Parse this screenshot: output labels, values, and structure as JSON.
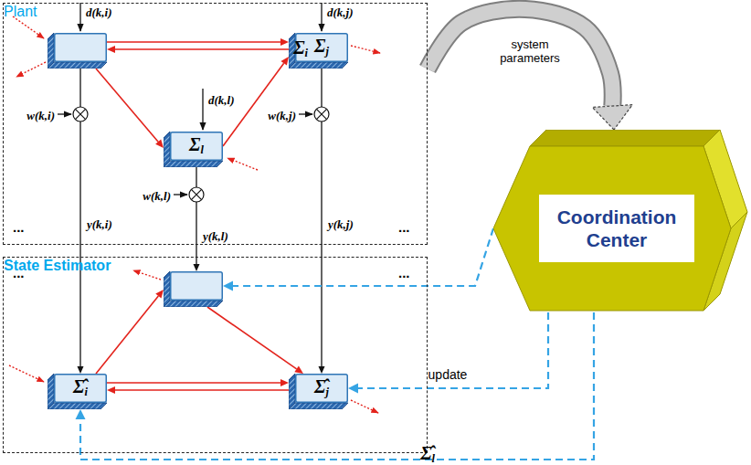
{
  "diagram": {
    "nodes": [
      {
        "text": [
          "Plant"
        ]
      },
      {
        "text": [
          "Σi"
        ],
        "in": 0
      },
      {
        "text": [
          "Σj"
        ],
        "in": 0
      },
      {
        "text": [
          "Σl"
        ],
        "in": 0
      },
      {
        "text": [
          "State Estimator"
        ]
      },
      {
        "text": [
          "Σ̂l"
        ],
        "in": 4
      },
      {
        "text": [
          "Σ̂i"
        ],
        "in": 4
      },
      {
        "text": [
          "Σ̂j"
        ],
        "in": 4
      },
      {
        "text": [
          "Coordination Center"
        ]
      }
    ],
    "edges": [
      {
        "from": 1,
        "to": 2,
        "arrow": "to"
      },
      {
        "from": 2,
        "to": 1,
        "arrow": "to"
      },
      {
        "from": 1,
        "to": 3,
        "arrow": "to"
      },
      {
        "from": 3,
        "to": 2,
        "arrow": "to"
      },
      {
        "from": 1,
        "to": 6,
        "label": "y(k,i)",
        "arrow": "to"
      },
      {
        "from": 3,
        "to": 5,
        "label": "y(k,l)",
        "arrow": "to"
      },
      {
        "from": 2,
        "to": 7,
        "label": "y(k,j)",
        "arrow": "to"
      },
      {
        "from": 6,
        "to": 5,
        "arrow": "to"
      },
      {
        "from": 5,
        "to": 7,
        "arrow": "to"
      },
      {
        "from": 6,
        "to": 7,
        "arrow": "to"
      },
      {
        "from": 7,
        "to": 6,
        "arrow": "to"
      },
      {
        "from": 0,
        "to": 8,
        "label": "system parameters",
        "arrow": "to"
      },
      {
        "from": 8,
        "to": 5,
        "arrow": "to"
      },
      {
        "from": 8,
        "to": 7,
        "label": "update",
        "arrow": "to"
      },
      {
        "from": 8,
        "to": 6,
        "arrow": "to"
      }
    ],
    "labels": [
      "d(k,i)",
      "d(k,j)",
      "w(k,i)",
      "d(k,l)",
      "w(k,l)",
      "w(k,j)",
      "...",
      "...",
      "...",
      "..."
    ]
  }
}
